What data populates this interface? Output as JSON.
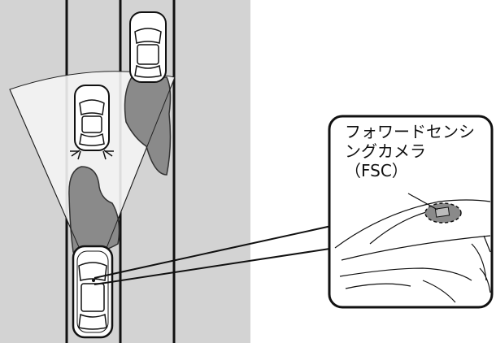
{
  "callout": {
    "line1": "フォワードセンシ",
    "line2": "ングカメラ",
    "line3": "（FSC）"
  }
}
